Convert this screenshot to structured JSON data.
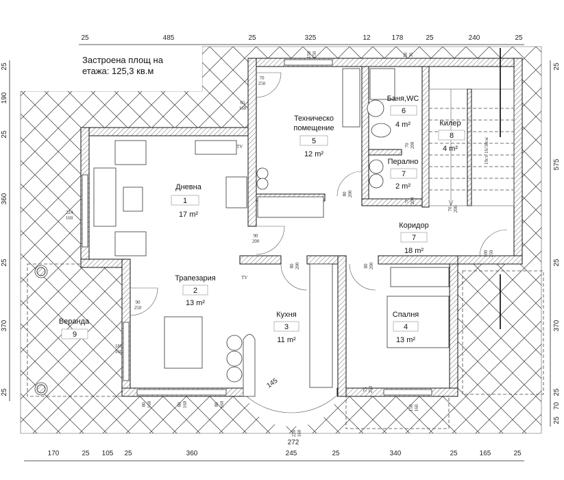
{
  "note": {
    "line1": "Застроена площ на",
    "line2": "етажа: 125,3 кв.м"
  },
  "dims": {
    "top": [
      "25",
      "485",
      "25",
      "325",
      "12",
      "178",
      "25",
      "240",
      "25"
    ],
    "bottom": [
      "170",
      "25",
      "105",
      "25",
      "360",
      "245",
      "25",
      "340",
      "25",
      "165",
      "25"
    ],
    "left": [
      "25",
      "190",
      "25",
      "360",
      "25",
      "370",
      "25"
    ],
    "right": [
      "25",
      "575",
      "25",
      "370",
      "25",
      "70",
      "25"
    ]
  },
  "rooms": [
    {
      "name": "Дневна",
      "number": "1",
      "area": "17 m²"
    },
    {
      "name": "Трапезария",
      "number": "2",
      "area": "13 m²"
    },
    {
      "name": "Кухня",
      "number": "3",
      "area": "11 m²"
    },
    {
      "name": "Спалня",
      "number": "4",
      "area": "13 m²"
    },
    {
      "name1": "Техническо",
      "name2": "помещение",
      "number": "5",
      "area": "12 m²"
    },
    {
      "name": "Баня,WC",
      "number": "6",
      "area": "4 m²"
    },
    {
      "name": "Перално",
      "number": "7",
      "area": "2 m²"
    },
    {
      "name": "Килер",
      "number": "8",
      "area": "4 m²"
    },
    {
      "name": "Коридор",
      "number": "7",
      "area": "18 m²"
    },
    {
      "name": "Веранда",
      "number": "9"
    }
  ],
  "openings": [
    {
      "top": "70",
      "bottom": "250"
    },
    {
      "top": "65",
      "bottom": "160"
    },
    {
      "top": "90",
      "bottom": "200"
    },
    {
      "top": "80",
      "bottom": "200"
    },
    {
      "top": "70",
      "bottom": "200"
    },
    {
      "top": "70",
      "bottom": "200"
    },
    {
      "top": "70",
      "bottom": "200"
    },
    {
      "top": "100",
      "bottom": "250"
    },
    {
      "top": "80",
      "bottom": "200"
    },
    {
      "top": "80",
      "bottom": "200"
    },
    {
      "top": "90",
      "bottom": "250"
    },
    {
      "top": "180",
      "bottom": "160"
    },
    {
      "top": "224",
      "bottom": "160"
    },
    {
      "top": "75",
      "bottom": "250"
    },
    {
      "top": "150",
      "bottom": "160"
    },
    {
      "top": "80",
      "bottom": "160"
    },
    {
      "top": "80",
      "bottom": "160"
    },
    {
      "top": "80",
      "bottom": "160"
    },
    {
      "top": "220",
      "bottom": "160"
    },
    {
      "top": "150",
      "bottom": "150"
    },
    {
      "top": "50",
      "bottom": "36"
    }
  ],
  "bay_width": "272",
  "diagonal": "145",
  "stair": "19ст. 16/30см",
  "tv_label": "TV"
}
